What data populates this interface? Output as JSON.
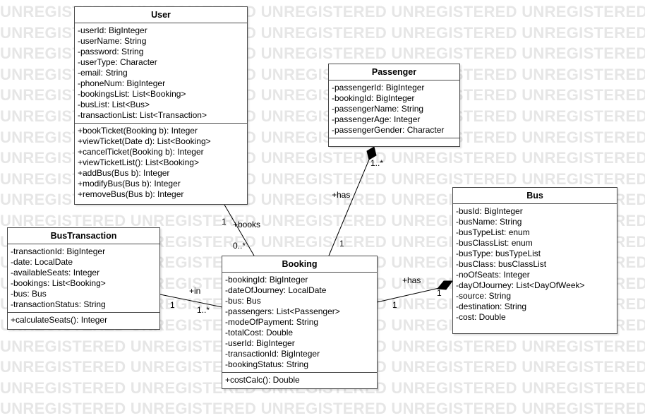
{
  "watermark": {
    "text": "UNREGISTERED UNREGISTERED UNREGISTERED UNREGISTERED UNREGISTERED UNREGISTERED"
  },
  "classes": {
    "user": {
      "name": "User",
      "attributes": [
        "-userId: BigInteger",
        "-userName: String",
        "-password: String",
        "-userType: Character",
        "-email: String",
        "-phoneNum: BigInteger",
        "-bookingsList: List<Booking>",
        "-busList: List<Bus>",
        "-transactionList: List<Transaction>"
      ],
      "operations": [
        "+bookTicket(Booking b): Integer",
        "+viewTicket(Date d): List<Booking>",
        "+cancelTicket(Booking b): Integer",
        "+viewTicketList(): List<Booking>",
        "+addBus(Bus b): Integer",
        "+modifyBus(Bus b): Integer",
        "+removeBus(Bus b): Integer"
      ]
    },
    "passenger": {
      "name": "Passenger",
      "attributes": [
        "-passengerId: BigInteger",
        "-bookingId: BigInteger",
        "-passengerName: String",
        "-passengerAge: Integer",
        "-passengerGender: Character"
      ],
      "operations": []
    },
    "bus": {
      "name": "Bus",
      "attributes": [
        "-busId: BigInteger",
        "-busName: String",
        "-busTypeList: enum",
        "-busClassList: enum",
        "-busType: busTypeList",
        "-busClass: busClassList",
        "-noOfSeats: Integer",
        "-dayOfJourney: List<DayOfWeek>",
        "-source: String",
        "-destination: String",
        "-cost: Double"
      ],
      "operations": []
    },
    "bus_transaction": {
      "name": "BusTransaction",
      "attributes": [
        "-transactionId: BigInteger",
        "-date: LocalDate",
        "-availableSeats: Integer",
        "-bookings: List<Booking>",
        "-bus: Bus",
        "-transactionStatus: String"
      ],
      "operations": [
        "+calculateSeats(): Integer"
      ]
    },
    "booking": {
      "name": "Booking",
      "attributes": [
        "-bookingId: BigInteger",
        "-dateOfJourney: LocalDate",
        "-bus: Bus",
        "-passengers: List<Passenger>",
        "-modeOfPayment: String",
        "-totalCost: Double",
        "-userId: BigInteger",
        "-transactionId: BigInteger",
        "-bookingStatus: String"
      ],
      "operations": [
        "+costCalc(): Double"
      ]
    }
  },
  "associations": {
    "user_booking": {
      "role": "+books",
      "user_end": "1",
      "booking_end": "0..*"
    },
    "passenger_booking": {
      "role": "+has",
      "passenger_end": "1..*",
      "booking_end": "1"
    },
    "transaction_booking": {
      "role": "+in",
      "transaction_end": "1",
      "booking_end": "1..*"
    },
    "booking_bus": {
      "role": "+has",
      "booking_end": "1",
      "bus_end": "1"
    }
  }
}
